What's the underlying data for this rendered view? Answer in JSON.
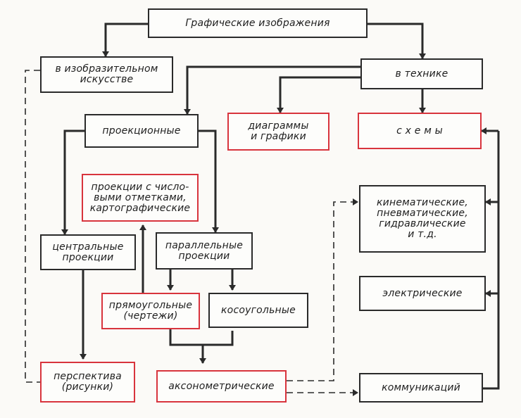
{
  "colors": {
    "line": "#2a2a2a",
    "highlight": "#d8343d",
    "background": "#fbfaf7"
  },
  "nodes": {
    "root": "Графические изображения",
    "art": "в изобразительном\nискусстве",
    "tech": "в технике",
    "projection": "проекционные",
    "diagrams": "диаграммы\nи графики",
    "schemes": "с х е м ы",
    "numbered": "проекции с число-\nвыми отметками,\nкартографические",
    "kinematic": "кинематические,\nпневматические,\nгидравлические\nи т.д.",
    "central": "центральные\nпроекции",
    "parallel": "параллельные\nпроекции",
    "electric": "электрические",
    "rectangular": "прямоугольные\n(чертежи)",
    "oblique": "косоугольные",
    "perspective": "перспектива\n(рисунки)",
    "axonometric": "аксонометрические",
    "communications": "коммуникаций"
  }
}
